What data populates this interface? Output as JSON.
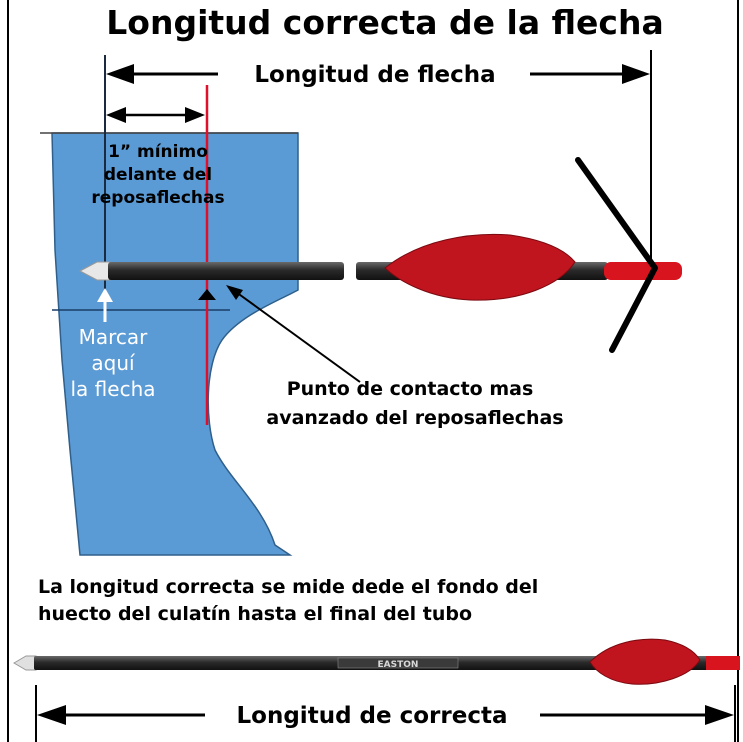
{
  "title": "Longitud correcta de la flecha",
  "top_dimension_label": "Longitud de flecha",
  "min_note": [
    "1” mínimo",
    "delante del",
    "reposaflechas"
  ],
  "mark_note": [
    "Marcar",
    "aquí",
    "la flecha"
  ],
  "contact_note": [
    "Punto de contacto mas",
    "avanzado del reposaflechas"
  ],
  "measure_caption": [
    "La longitud correcta se mide dede el fondo del",
    "huecto del culatín hasta el final del tubo"
  ],
  "bottom_dimension_label": "Longitud de correcta",
  "arrow_brand": "EASTON",
  "colors": {
    "riser_blue": "#5b9bd5",
    "fletch_red": "#c0141e",
    "shaft_black": "#2a2a2a",
    "center_line_red": "#e0102a"
  }
}
